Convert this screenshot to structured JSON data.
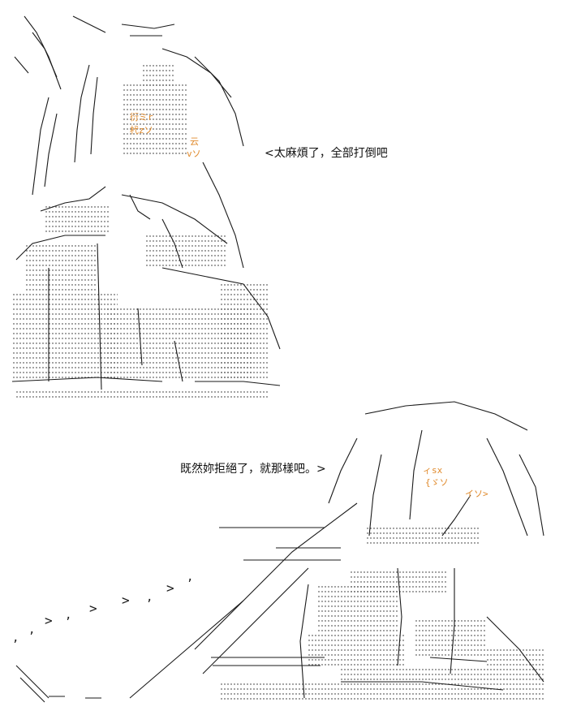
{
  "dialogue": {
    "speech_1": "<太麻煩了，全部打倒吧",
    "speech_2": "既然妳拒絕了，就那樣吧。>"
  },
  "annotations_top": [
    "衍ミr",
    "杙zソ",
    "云",
    "vソ"
  ],
  "annotations_bottom": [
    "ィsx",
    "{ゞソ",
    "イソ>"
  ],
  "colors": {
    "ink": "#1a1a1a",
    "annotation": "#e08a2c",
    "background": "#ffffff"
  }
}
